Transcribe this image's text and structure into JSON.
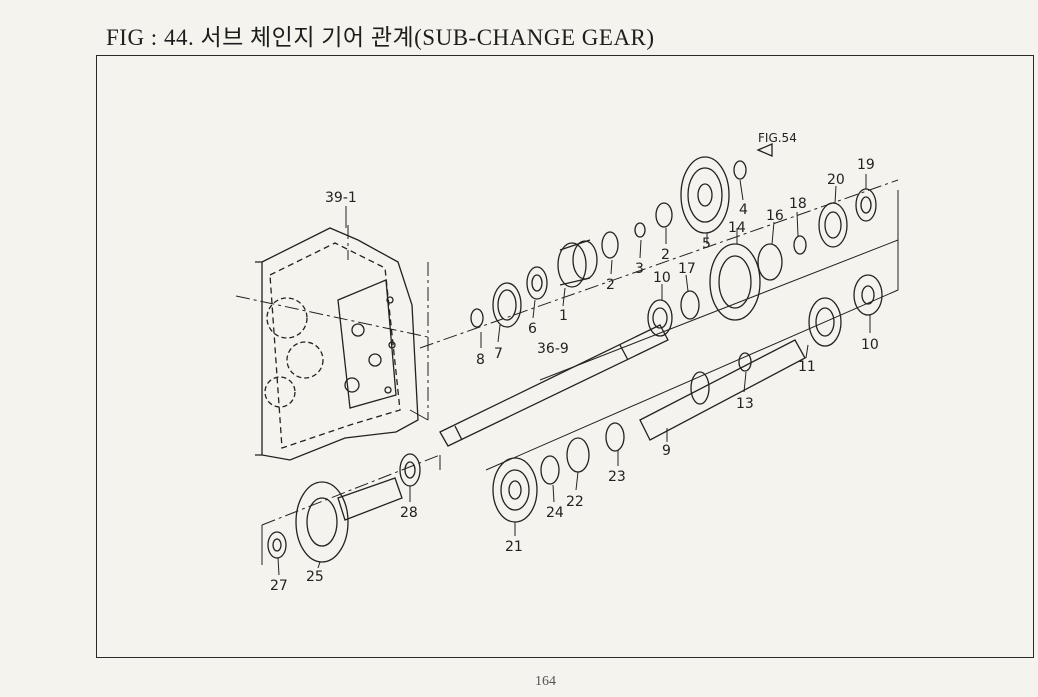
{
  "title": "FIG : 44. 서브 체인지 기어 관계(SUB-CHANGE GEAR)",
  "page_number": "164",
  "fig_reference": "FIG.54",
  "part_labels": {
    "p39_1": "39-1",
    "p36_9": "36-9",
    "p1": "1",
    "p2a": "2",
    "p2b": "2",
    "p3": "3",
    "p4": "4",
    "p5": "5",
    "p6": "6",
    "p7": "7",
    "p8": "8",
    "p9": "9",
    "p10a": "10",
    "p10b": "10",
    "p11": "11",
    "p13": "13",
    "p14": "14",
    "p16": "16",
    "p17": "17",
    "p18": "18",
    "p19": "19",
    "p20": "20",
    "p21": "21",
    "p22": "22",
    "p23": "23",
    "p24": "24",
    "p25": "25",
    "p27": "27",
    "p28": "28"
  }
}
